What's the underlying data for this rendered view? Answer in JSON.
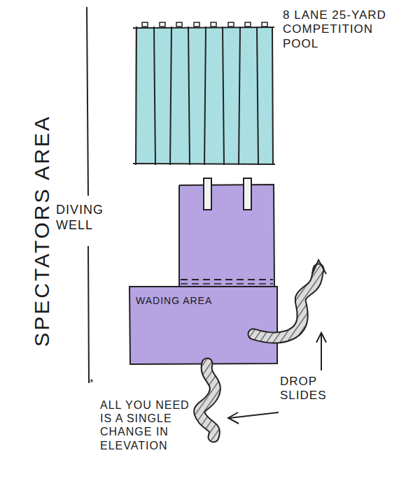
{
  "diagram": {
    "nodes": [
      {
        "text": [
          "WADING AREA"
        ]
      }
    ],
    "labels": [
      "8 LANE 25-YARD COMPETITION POOL",
      "SPECTATORS AREA",
      "DIVING WELL",
      "DROP SLIDES",
      "ALL YOU NEED IS A SINGLE CHANGE IN ELEVATION"
    ]
  }
}
